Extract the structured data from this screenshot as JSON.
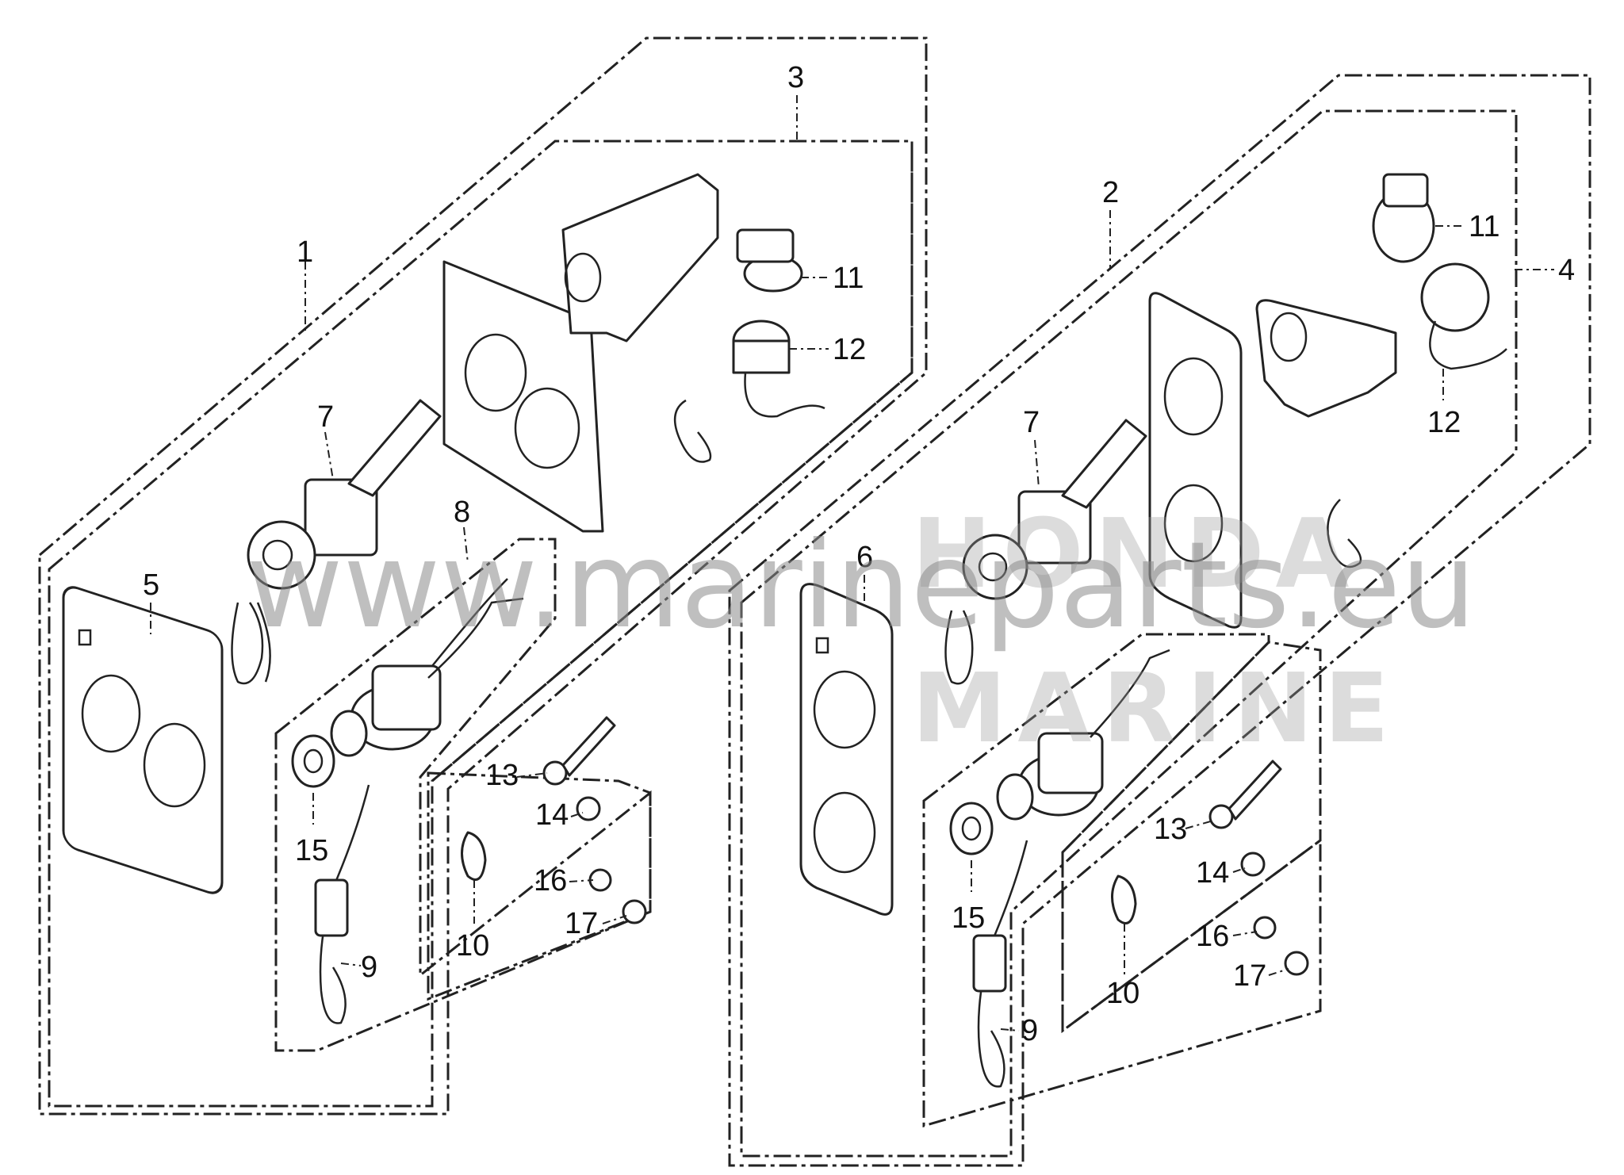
{
  "watermark": {
    "url": "www.marineparts.eu",
    "brand_line1": "HONDA",
    "brand_line2": "MARINE"
  },
  "callouts": {
    "left": {
      "c1": "1",
      "c3": "3",
      "c5": "5",
      "c7": "7",
      "c8": "8",
      "c9": "9",
      "c10": "10",
      "c11": "11",
      "c12": "12",
      "c13": "13",
      "c14": "14",
      "c15": "15",
      "c16": "16",
      "c17": "17"
    },
    "right": {
      "c2": "2",
      "c4": "4",
      "c6": "6",
      "c7": "7",
      "c9": "9",
      "c10": "10",
      "c11": "11",
      "c12": "12",
      "c13": "13",
      "c14": "14",
      "c15": "15",
      "c16": "16",
      "c17": "17"
    }
  },
  "colors": {
    "line": "#222222",
    "watermark": "#8a8a8a"
  }
}
